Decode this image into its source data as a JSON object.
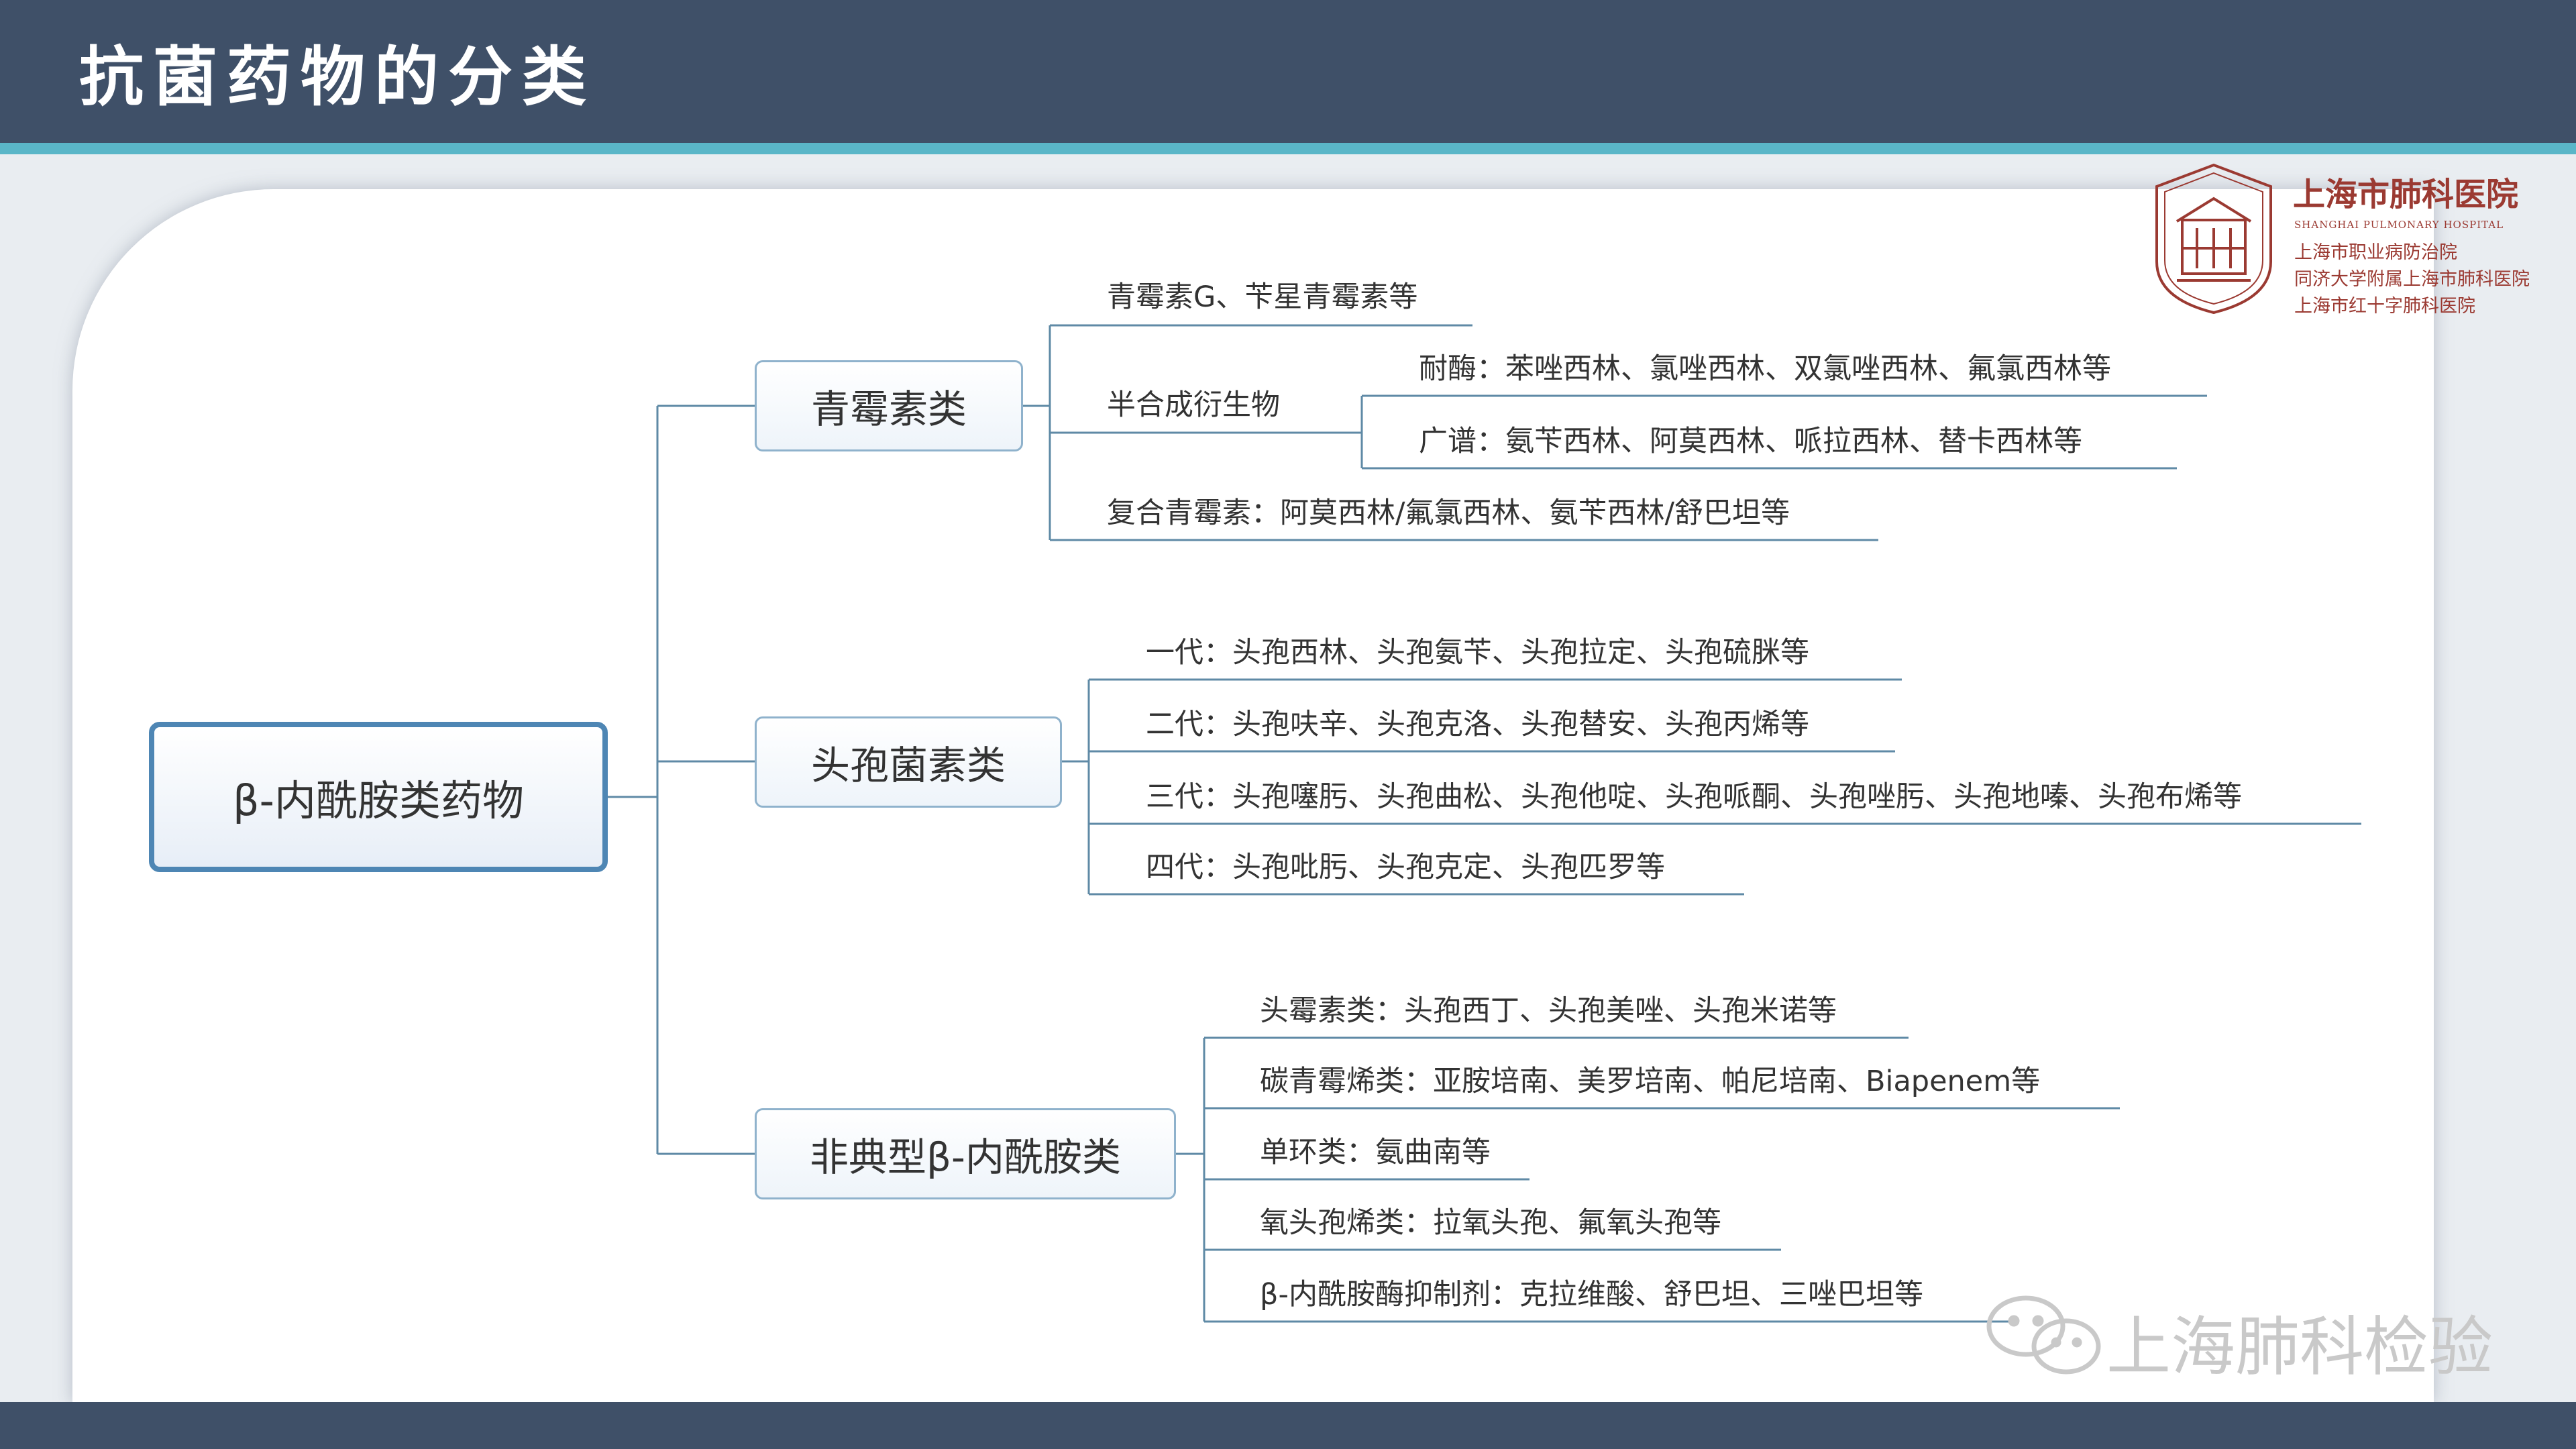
{
  "title": "抗菌药物的分类",
  "root": "β-内酰胺类药物",
  "categories": [
    {
      "label": "青霉素类"
    },
    {
      "label": "头孢菌素类"
    },
    {
      "label": "非典型β-内酰胺类"
    }
  ],
  "penicillin": {
    "item1": "青霉素G、苄星青霉素等",
    "semi_label": "半合成衍生物",
    "semi_children": [
      "耐酶：苯唑西林、氯唑西林、双氯唑西林、氟氯西林等",
      "广谱：氨苄西林、阿莫西林、哌拉西林、替卡西林等"
    ],
    "item3": "复合青霉素：阿莫西林/氟氯西林、氨苄西林/舒巴坦等"
  },
  "cephalosporin": [
    "一代：头孢西林、头孢氨苄、头孢拉定、头孢硫脒等",
    "二代：头孢呋辛、头孢克洛、头孢替安、头孢丙烯等",
    "三代：头孢噻肟、头孢曲松、头孢他啶、头孢哌酮、头孢唑肟、头孢地嗪、头孢布烯等",
    "四代：头孢吡肟、头孢克定、头孢匹罗等"
  ],
  "atypical": [
    "头霉素类：头孢西丁、头孢美唑、头孢米诺等",
    "碳青霉烯类：亚胺培南、美罗培南、帕尼培南、Biapenem等",
    "单环类：氨曲南等",
    "氧头孢烯类：拉氧头孢、氟氧头孢等",
    "β-内酰胺酶抑制剂：克拉维酸、舒巴坦、三唑巴坦等"
  ],
  "logo": {
    "name": "上海市肺科医院",
    "english": "SHANGHAI PULMONARY HOSPITAL",
    "line1": "上海市职业病防治院",
    "line2": "同济大学附属上海市肺科医院",
    "line3": "上海市红十字肺科医院",
    "icon": "hospital-building-seal-icon"
  },
  "watermark": {
    "text": "上海肺科检验",
    "icon": "wechat-icon"
  },
  "colors": {
    "header": "#3f5068",
    "accent": "#5ab6c8",
    "connector": "#5f8aa6",
    "root_border": "#4e86b4",
    "logo": "#9b3a32"
  }
}
